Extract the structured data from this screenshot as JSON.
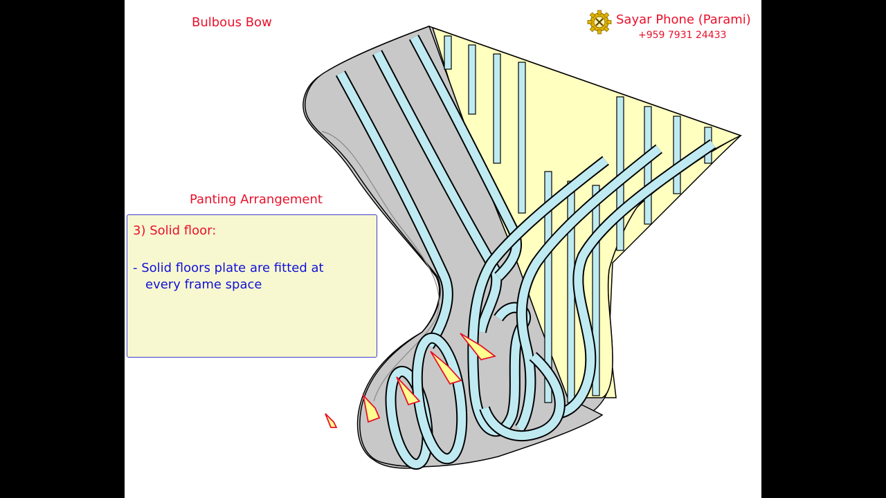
{
  "slide": {
    "title": "Bulbous Bow",
    "subtitle": "Panting Arrangement"
  },
  "brand": {
    "name": "Sayar Phone (Parami)",
    "phone": "+959 7931 24433",
    "icon": "gear-tools-icon"
  },
  "info_box": {
    "heading": "3) Solid floor:",
    "line1": "- Solid floors plate  are fitted at",
    "line2": "every frame space"
  },
  "colors": {
    "text_red": "#e8102a",
    "text_blue": "#1010d8",
    "box_bg": "#f8f8d0",
    "box_border": "#3d3dcc",
    "hull_grey": "#c8c8c8",
    "deck_yellow": "#ffffc0",
    "frame_blue": "#bfeaf2",
    "floor_red": "#e8102a",
    "floor_fill": "#ffff90"
  }
}
